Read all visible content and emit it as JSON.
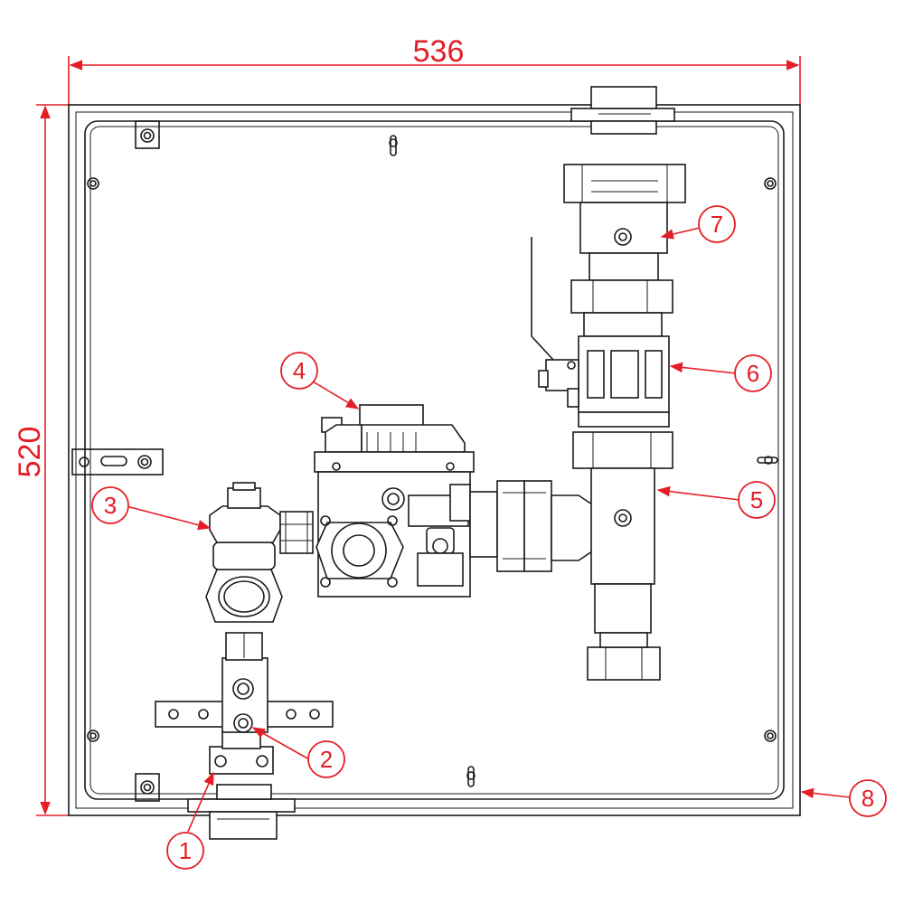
{
  "dimensions": {
    "width_label": "536",
    "height_label": "520"
  },
  "callouts": [
    {
      "id": "1",
      "label": "1"
    },
    {
      "id": "2",
      "label": "2"
    },
    {
      "id": "3",
      "label": "3"
    },
    {
      "id": "4",
      "label": "4"
    },
    {
      "id": "5",
      "label": "5"
    },
    {
      "id": "6",
      "label": "6"
    },
    {
      "id": "7",
      "label": "7"
    },
    {
      "id": "8",
      "label": "8"
    }
  ],
  "colors": {
    "annotation": "#e41e26",
    "line": "#1a1a1a"
  }
}
